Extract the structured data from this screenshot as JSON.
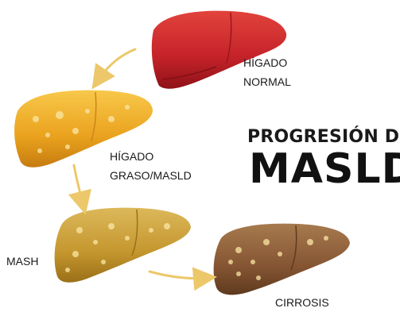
{
  "title": {
    "line1": "PROGRESIÓN DE",
    "line2": "MASLD"
  },
  "stages": [
    {
      "id": "normal",
      "label_line1": "HÍGADO",
      "label_line2": "NORMAL",
      "color": "#c8262b"
    },
    {
      "id": "graso",
      "label_line1": "HÍGADO",
      "label_line2": "GRASO/MASLD",
      "color": "#f0aa2a"
    },
    {
      "id": "mash",
      "label_line1": "MASH",
      "label_line2": "",
      "color": "#c79a35"
    },
    {
      "id": "cirrosis",
      "label_line1": "CIRROSIS",
      "label_line2": "",
      "color": "#8a5a33"
    }
  ],
  "arrow_color": "#ecc86a",
  "icons": [
    "liver-normal-icon",
    "liver-fatty-icon",
    "liver-mash-icon",
    "liver-cirrhosis-icon",
    "arrow-icon"
  ]
}
